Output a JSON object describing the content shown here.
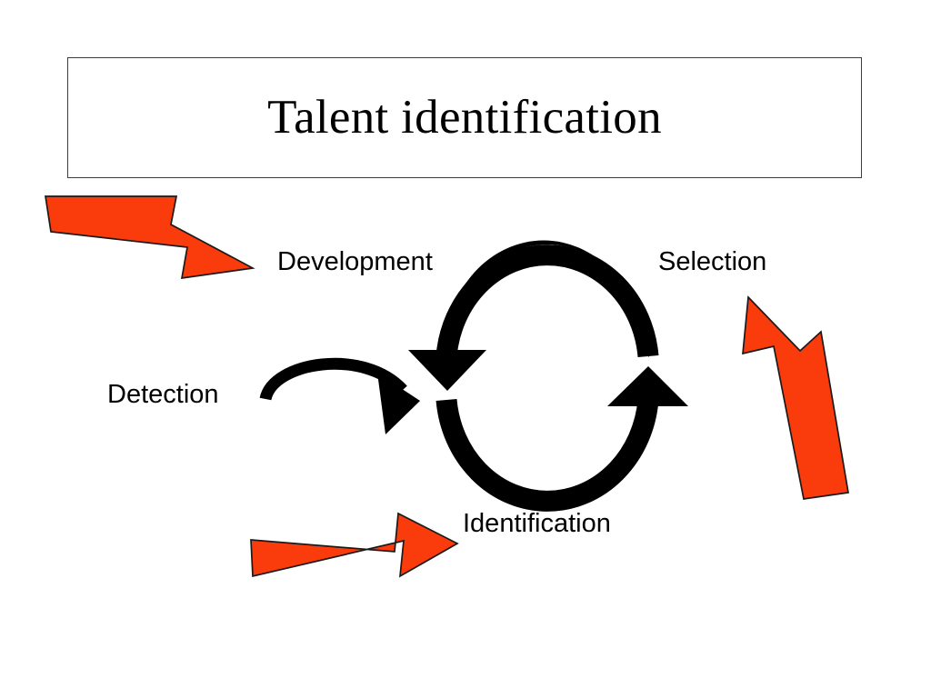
{
  "slide": {
    "background_color": "#ffffff",
    "title": "Talent identification",
    "title_box": {
      "border_color": "#3b3b3b",
      "fill_color": "#ffffff"
    }
  },
  "diagram": {
    "type": "cycle-diagram",
    "description": "Talent identification cycle with four stage labels, a two-headed circular black arrow, a small black curved arrow, and three red emphasis arrows.",
    "labels": [
      {
        "id": "development",
        "text": "Development",
        "position": "top-left"
      },
      {
        "id": "selection",
        "text": "Selection",
        "position": "top-right"
      },
      {
        "id": "detection",
        "text": "Detection",
        "position": "middle-left"
      },
      {
        "id": "identification",
        "text": "Identification",
        "position": "bottom-center"
      }
    ],
    "shapes": [
      {
        "id": "cycle-arrow",
        "name": "circular-cycle-arrow",
        "color": "#000000",
        "description": "Thick circular arrow made of two semicircular arcs; upper arc ends in a downward arrowhead on the left, lower arc ends in an upward arrowhead on the right."
      },
      {
        "id": "detection-curved-arrow",
        "name": "curved-arrow",
        "color": "#000000",
        "description": "Small curved arrow arcing from the Detection label rightward and downward toward the cycle."
      },
      {
        "id": "red-arrow-top-left",
        "name": "red-arrow-pointing-right-down",
        "fill_color": "#fa3b0c",
        "stroke_color": "#1a1a1a",
        "points_to": "Development"
      },
      {
        "id": "red-arrow-bottom-left",
        "name": "red-arrow-pointing-right-up",
        "fill_color": "#fa3b0c",
        "stroke_color": "#1a1a1a",
        "points_to": "Identification"
      },
      {
        "id": "red-arrow-right",
        "name": "red-arrow-pointing-up-left",
        "fill_color": "#fa3b0c",
        "stroke_color": "#1a1a1a",
        "points_to": "Selection"
      }
    ]
  },
  "colors": {
    "red_accent": "#fa3b0c",
    "outline": "#1a1a1a",
    "text": "#000000",
    "border": "#3b3b3b"
  }
}
